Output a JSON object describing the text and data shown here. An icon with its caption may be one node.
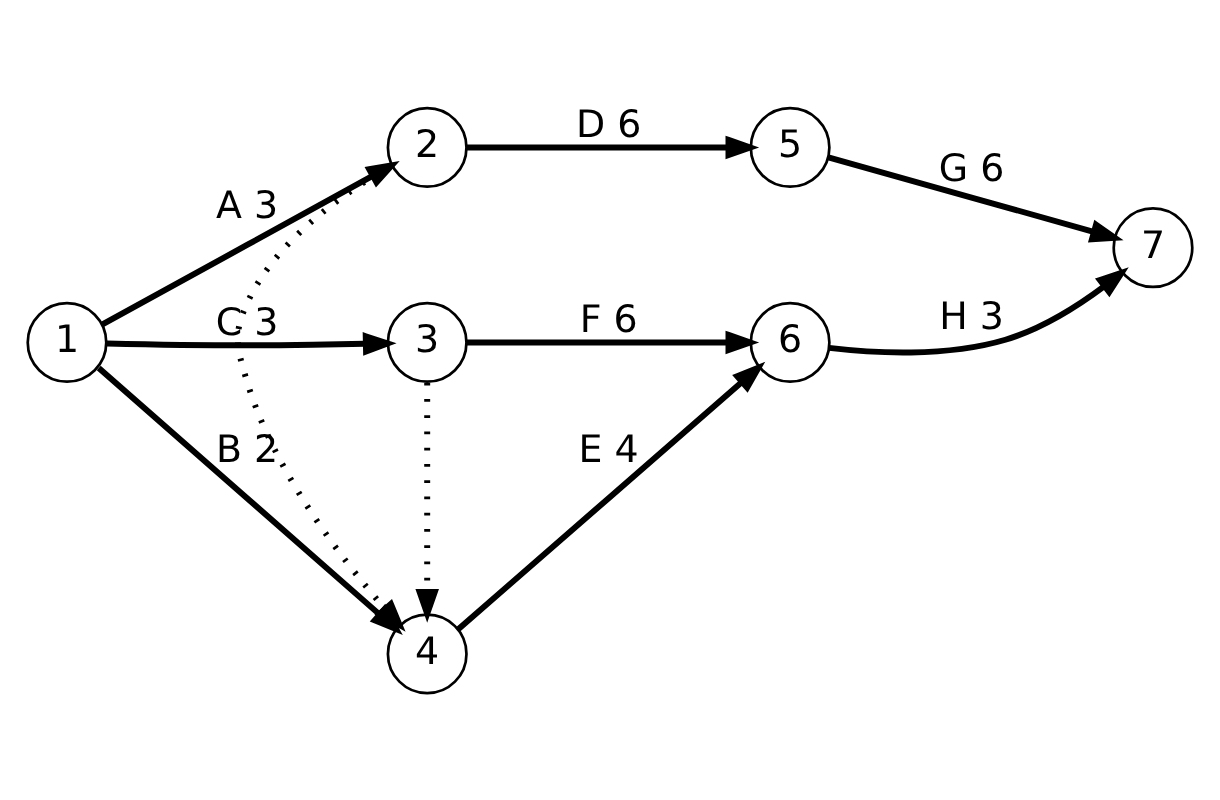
{
  "diagram": {
    "nodes": [
      {
        "text": [
          "1"
        ]
      },
      {
        "text": [
          "2"
        ]
      },
      {
        "text": [
          "4"
        ]
      },
      {
        "text": [
          "3"
        ]
      },
      {
        "text": [
          "5"
        ]
      },
      {
        "text": [
          "6"
        ]
      },
      {
        "text": [
          "7"
        ]
      }
    ],
    "edges": [
      {
        "from": 0,
        "to": 1,
        "arrow": "to",
        "label": "A 3"
      },
      {
        "from": 0,
        "to": 2,
        "arrow": "to",
        "label": "B 2"
      },
      {
        "from": 0,
        "to": 3,
        "arrow": "to",
        "label": "C 3"
      },
      {
        "from": 1,
        "to": 4,
        "arrow": "to",
        "label": "D 6"
      },
      {
        "from": 1,
        "to": 2,
        "arrow": "to",
        "style": "dashed"
      },
      {
        "from": 2,
        "to": 5,
        "arrow": "to",
        "label": "E 4"
      },
      {
        "from": 3,
        "to": 2,
        "arrow": "to",
        "style": "dashed"
      },
      {
        "from": 3,
        "to": 5,
        "arrow": "to",
        "label": "F 6"
      },
      {
        "from": 4,
        "to": 6,
        "arrow": "to",
        "label": "G 6"
      },
      {
        "from": 5,
        "to": 6,
        "arrow": "to",
        "label": "H 3"
      }
    ]
  }
}
